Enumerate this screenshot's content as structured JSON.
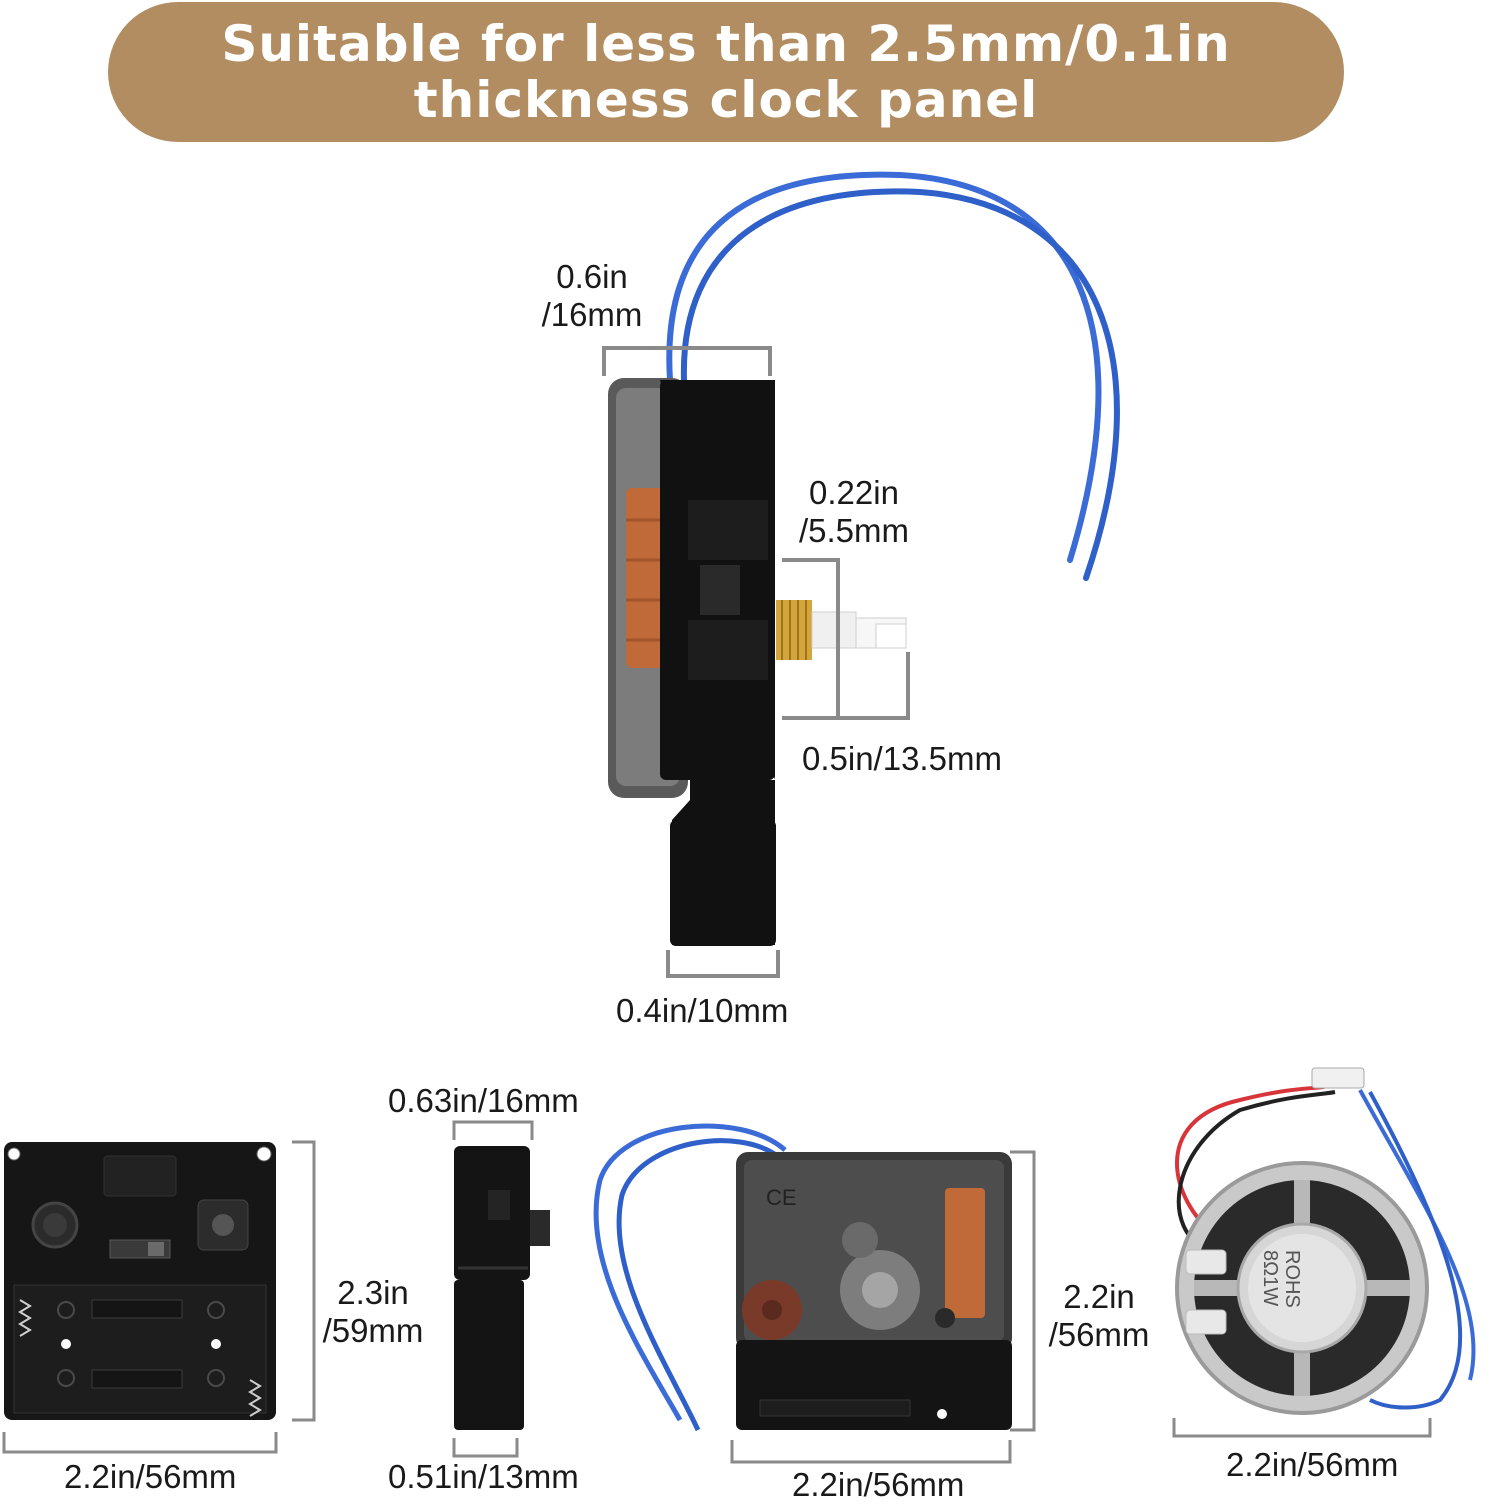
{
  "banner": {
    "line1": "Suitable for less than 2.5mm/0.1in",
    "line2": "thickness clock panel"
  },
  "side_view": {
    "top_width_line1": "0.6in",
    "top_width_line2": "/16mm",
    "shaft_height_line1": "0.22in",
    "shaft_height_line2": "/5.5mm",
    "shaft_length": "0.5in/13.5mm",
    "bottom_width": "0.4in/10mm"
  },
  "back_view": {
    "height_line1": "2.3in",
    "height_line2": "/59mm",
    "width": "2.2in/56mm"
  },
  "edge_view": {
    "top_width": "0.63in/16mm",
    "bottom_width": "0.51in/13mm"
  },
  "front_view": {
    "height_line1": "2.2in",
    "height_line2": "/56mm",
    "width": "2.2in/56mm",
    "ce_mark": "CE"
  },
  "speaker": {
    "width": "2.2in/56mm",
    "marking_line1": "ROHS",
    "marking_line2": "8Ω1W"
  },
  "colors": {
    "banner": "#b18d61",
    "wire": "#3a6bd6",
    "movement": "#111111",
    "brass": "#d4a53a",
    "copper": "#c06a3a"
  }
}
